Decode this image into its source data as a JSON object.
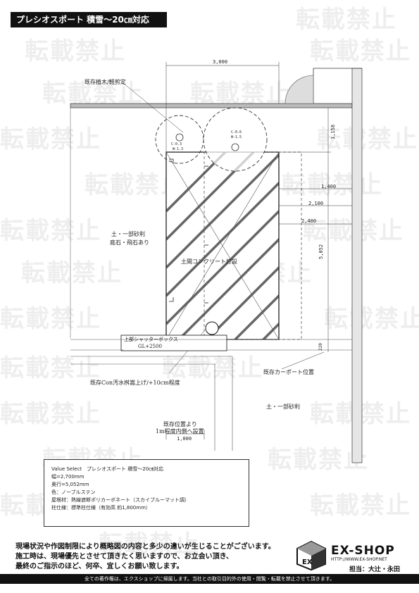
{
  "header": {
    "title": "プレシオスポート 積雪～20㎝対応"
  },
  "watermark": {
    "text": "転載禁止"
  },
  "labels": {
    "tree": "既存植木/軽剪定",
    "gravel_left_1": "土・一部砂利",
    "gravel_left_2": "庭石・飛石あり",
    "concrete": "土間コンクリート打設",
    "shutter_box": "上部シャッターボックス",
    "gl": "GL+2500",
    "manhole": "既存Con汚水桝嵩上げ/+10cm程度",
    "existing_carport": "既存カーポート位置",
    "gravel_right": "土・一部砂利",
    "relocate_1": "既存位置より",
    "relocate_2": "1m程度内側へ設置",
    "circle1_a": "C-0.3",
    "circle1_b": "W-1.3",
    "circle2_a": "C-0.6",
    "circle2_b": "W-1.5"
  },
  "dimensions": {
    "d3000": "3,000",
    "d1158": "1,158",
    "d1400": "1,400",
    "d2100": "2,100",
    "d2400": "2,400",
    "d5052": "5,052",
    "d1000": "1,000",
    "d220": "220"
  },
  "spec": {
    "title": "Value Select　プレシオスポート 積雪～20㎝対応",
    "width": "幅=2,700mm",
    "depth": "奥行=5,052mm",
    "color": "色：ノーブルステン",
    "roof": "屋根材：熱線遮断ポリカーボネート（スカイブルーマット調）",
    "post": "柱仕様：標準柱仕様（有効高 約1,800mm）"
  },
  "footer": {
    "note1": "現場状況や作図制限により概略図の内容と多少の違いが生じることがございます。",
    "note2": "施工時は、現場優先とさせて頂きたく思いますので、お立会い頂き、",
    "note3": "最終のご指示のほど、何卒、宜しくお願い致します。",
    "bar": "全ての著作権は、エクスショップに帰属します。当社との取引目的外の使用・閲覧・転載を禁止させて頂きます。",
    "logo": "EX-SHOP",
    "url": "HTTP://WWW.EX-SHOP.NET",
    "staff": "担当：大辻・永田"
  }
}
